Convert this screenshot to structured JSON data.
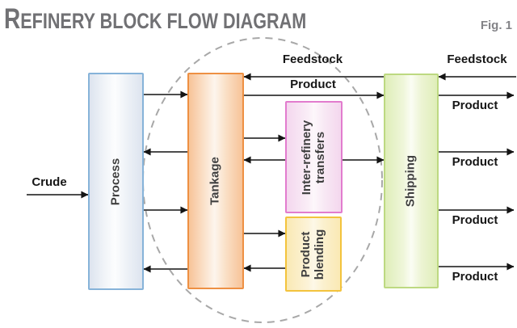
{
  "header": {
    "title": "REFINERY BLOCK FLOW DIAGRAM",
    "figure_label": "Fig. 1"
  },
  "blocks": {
    "process": {
      "label": "Process",
      "border_color": "#86b3d9",
      "fill_color": "#dde4ef"
    },
    "tankage": {
      "label": "Tankage",
      "border_color": "#ee9043",
      "fill_color": "#f7c398"
    },
    "inter_refinery": {
      "label": "Inter-refinery transfers",
      "border_color": "#e27cce",
      "fill_color": "#f4d7ee"
    },
    "product_blending": {
      "label": "Product blending",
      "border_color": "#f3c33d",
      "fill_color": "#fae9b4"
    },
    "shipping": {
      "label": "Shipping",
      "border_color": "#bdd981",
      "fill_color": "#dfeeb9"
    }
  },
  "flow_labels": {
    "crude": "Crude",
    "feedstock_mid": "Feedstock",
    "product_mid": "Product",
    "feedstock_right": "Feedstock",
    "product_right_1": "Product",
    "product_right_2": "Product",
    "product_right_3": "Product",
    "product_right_4": "Product"
  },
  "connections": [
    {
      "from": "crude-input",
      "to": "process",
      "label": "Crude"
    },
    {
      "from": "process",
      "to": "tankage",
      "label": ""
    },
    {
      "from": "tankage",
      "to": "process",
      "label": ""
    },
    {
      "from": "process",
      "to": "tankage",
      "label": ""
    },
    {
      "from": "tankage",
      "to": "process",
      "label": ""
    },
    {
      "from": "shipping",
      "to": "tankage",
      "label": "Feedstock"
    },
    {
      "from": "tankage",
      "to": "shipping",
      "label": "Product"
    },
    {
      "from": "tankage",
      "to": "inter_refinery",
      "label": ""
    },
    {
      "from": "inter_refinery",
      "to": "tankage",
      "label": ""
    },
    {
      "from": "inter_refinery",
      "to": "shipping",
      "label": ""
    },
    {
      "from": "tankage",
      "to": "product_blending",
      "label": ""
    },
    {
      "from": "product_blending",
      "to": "tankage",
      "label": ""
    },
    {
      "from": "feedstock-input",
      "to": "shipping",
      "label": "Feedstock"
    },
    {
      "from": "shipping",
      "to": "product-output-1",
      "label": "Product"
    },
    {
      "from": "shipping",
      "to": "product-output-2",
      "label": "Product"
    },
    {
      "from": "shipping",
      "to": "product-output-3",
      "label": "Product"
    },
    {
      "from": "shipping",
      "to": "product-output-4",
      "label": "Product"
    }
  ],
  "colors": {
    "arrow": "#4d4d4d",
    "arrowhead": "#141414",
    "dashed_boundary": "#a8a8a8",
    "title_text": "#717174",
    "block_text": "#3f3f3f",
    "flow_label_text": "#161616",
    "background": "#ffffff"
  }
}
